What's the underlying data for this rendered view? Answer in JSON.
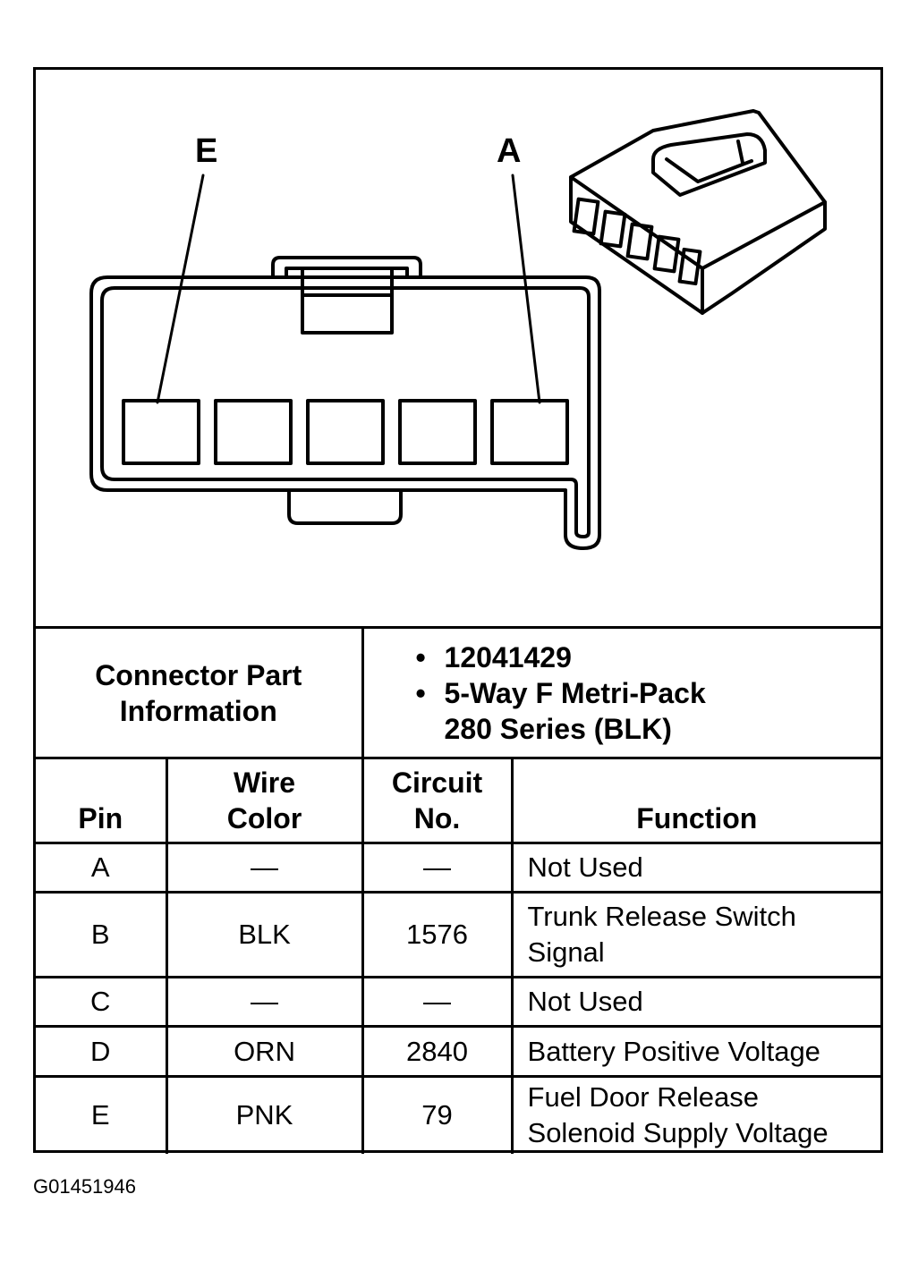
{
  "diagram": {
    "pin_labels": {
      "left": "E",
      "right": "A"
    }
  },
  "connector_info": {
    "title_line1": "Connector Part",
    "title_line2": "Information",
    "part_number": "12041429",
    "description_line1": "5-Way F Metri-Pack",
    "description_line2": "280 Series (BLK)"
  },
  "table": {
    "headers": {
      "pin": "Pin",
      "wire_color_line1": "Wire",
      "wire_color_line2": "Color",
      "circuit_line1": "Circuit",
      "circuit_line2": "No.",
      "function": "Function"
    },
    "rows": [
      {
        "pin": "A",
        "wire": "—",
        "circuit": "—",
        "function_line1": "Not Used",
        "function_line2": ""
      },
      {
        "pin": "B",
        "wire": "BLK",
        "circuit": "1576",
        "function_line1": "Trunk Release Switch",
        "function_line2": "Signal"
      },
      {
        "pin": "C",
        "wire": "—",
        "circuit": "—",
        "function_line1": "Not Used",
        "function_line2": ""
      },
      {
        "pin": "D",
        "wire": "ORN",
        "circuit": "2840",
        "function_line1": "Battery Positive Voltage",
        "function_line2": ""
      },
      {
        "pin": "E",
        "wire": "PNK",
        "circuit": "79",
        "function_line1": "Fuel Door Release",
        "function_line2": "Solenoid Supply Voltage"
      }
    ]
  },
  "footer": {
    "figure_id": "G01451946"
  }
}
